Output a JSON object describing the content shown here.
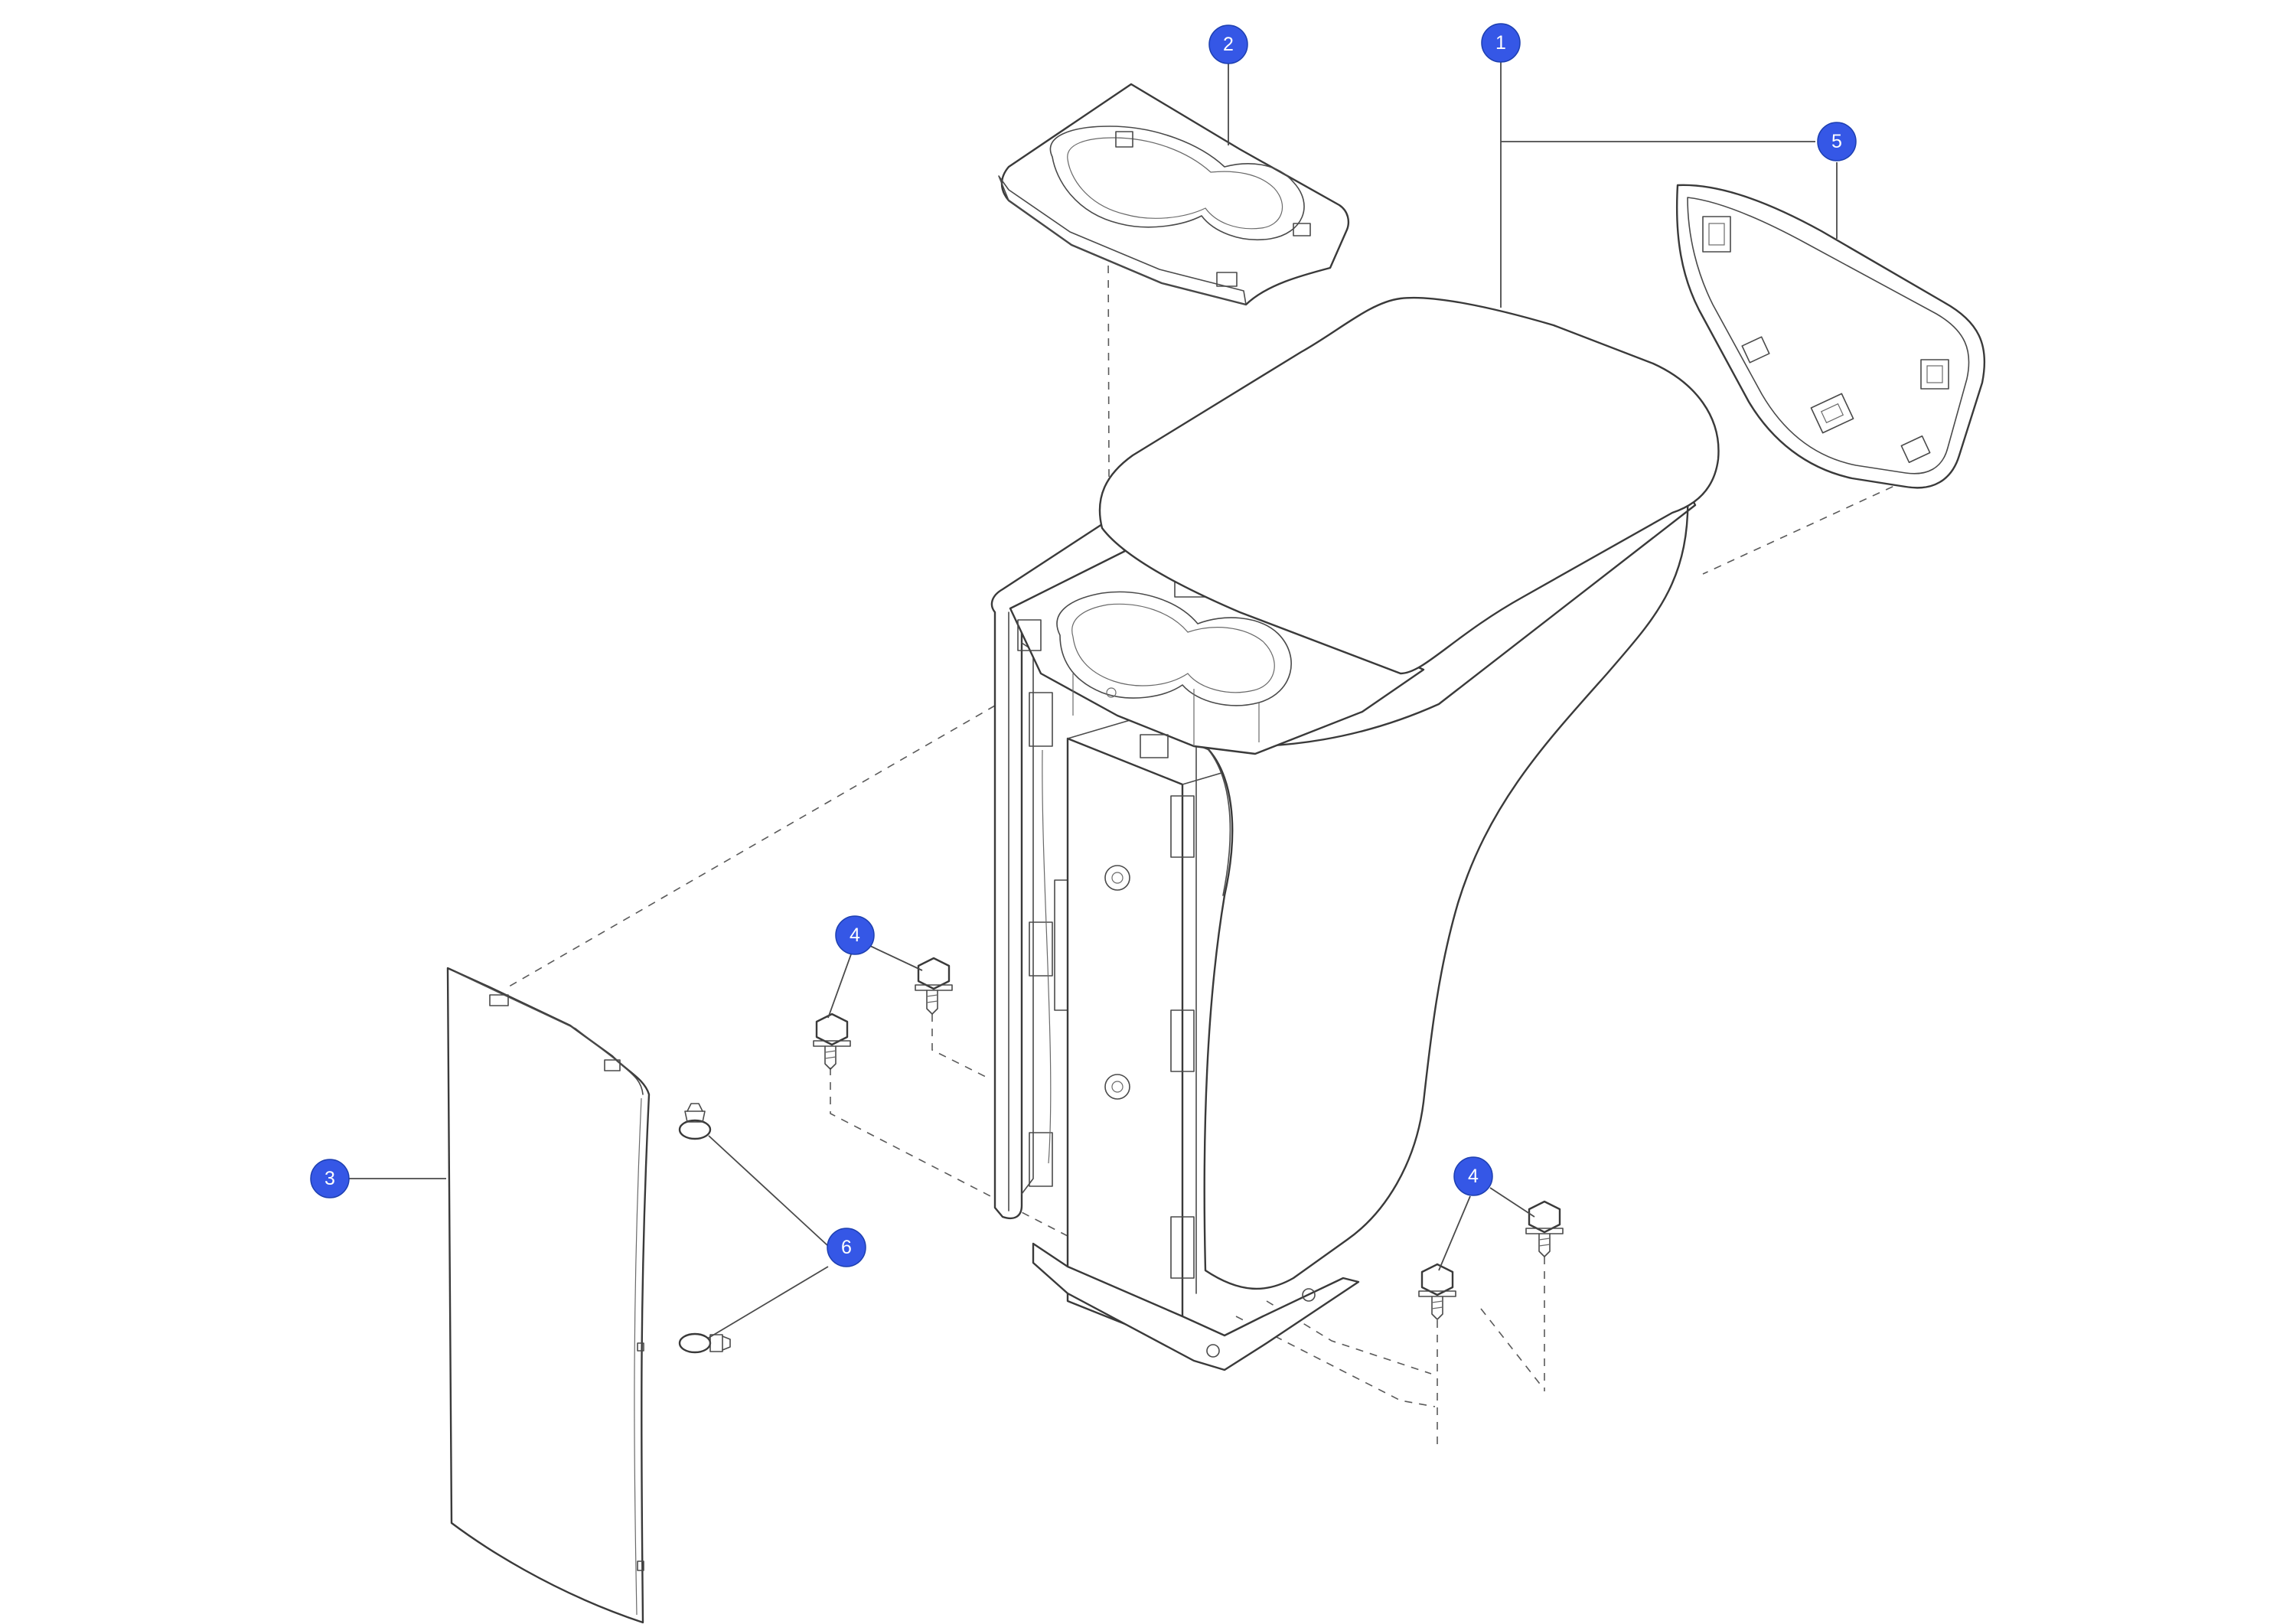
{
  "diagram": {
    "callout_color": "#3557e6",
    "callouts": [
      {
        "label": "1",
        "part": "console-body"
      },
      {
        "label": "2",
        "part": "cupholder-trim"
      },
      {
        "label": "3",
        "part": "rear-panel"
      },
      {
        "label": "4",
        "part": "bolts-left"
      },
      {
        "label": "4",
        "part": "bolts-right"
      },
      {
        "label": "5",
        "part": "side-cap"
      },
      {
        "label": "6",
        "part": "push-clips"
      }
    ]
  }
}
